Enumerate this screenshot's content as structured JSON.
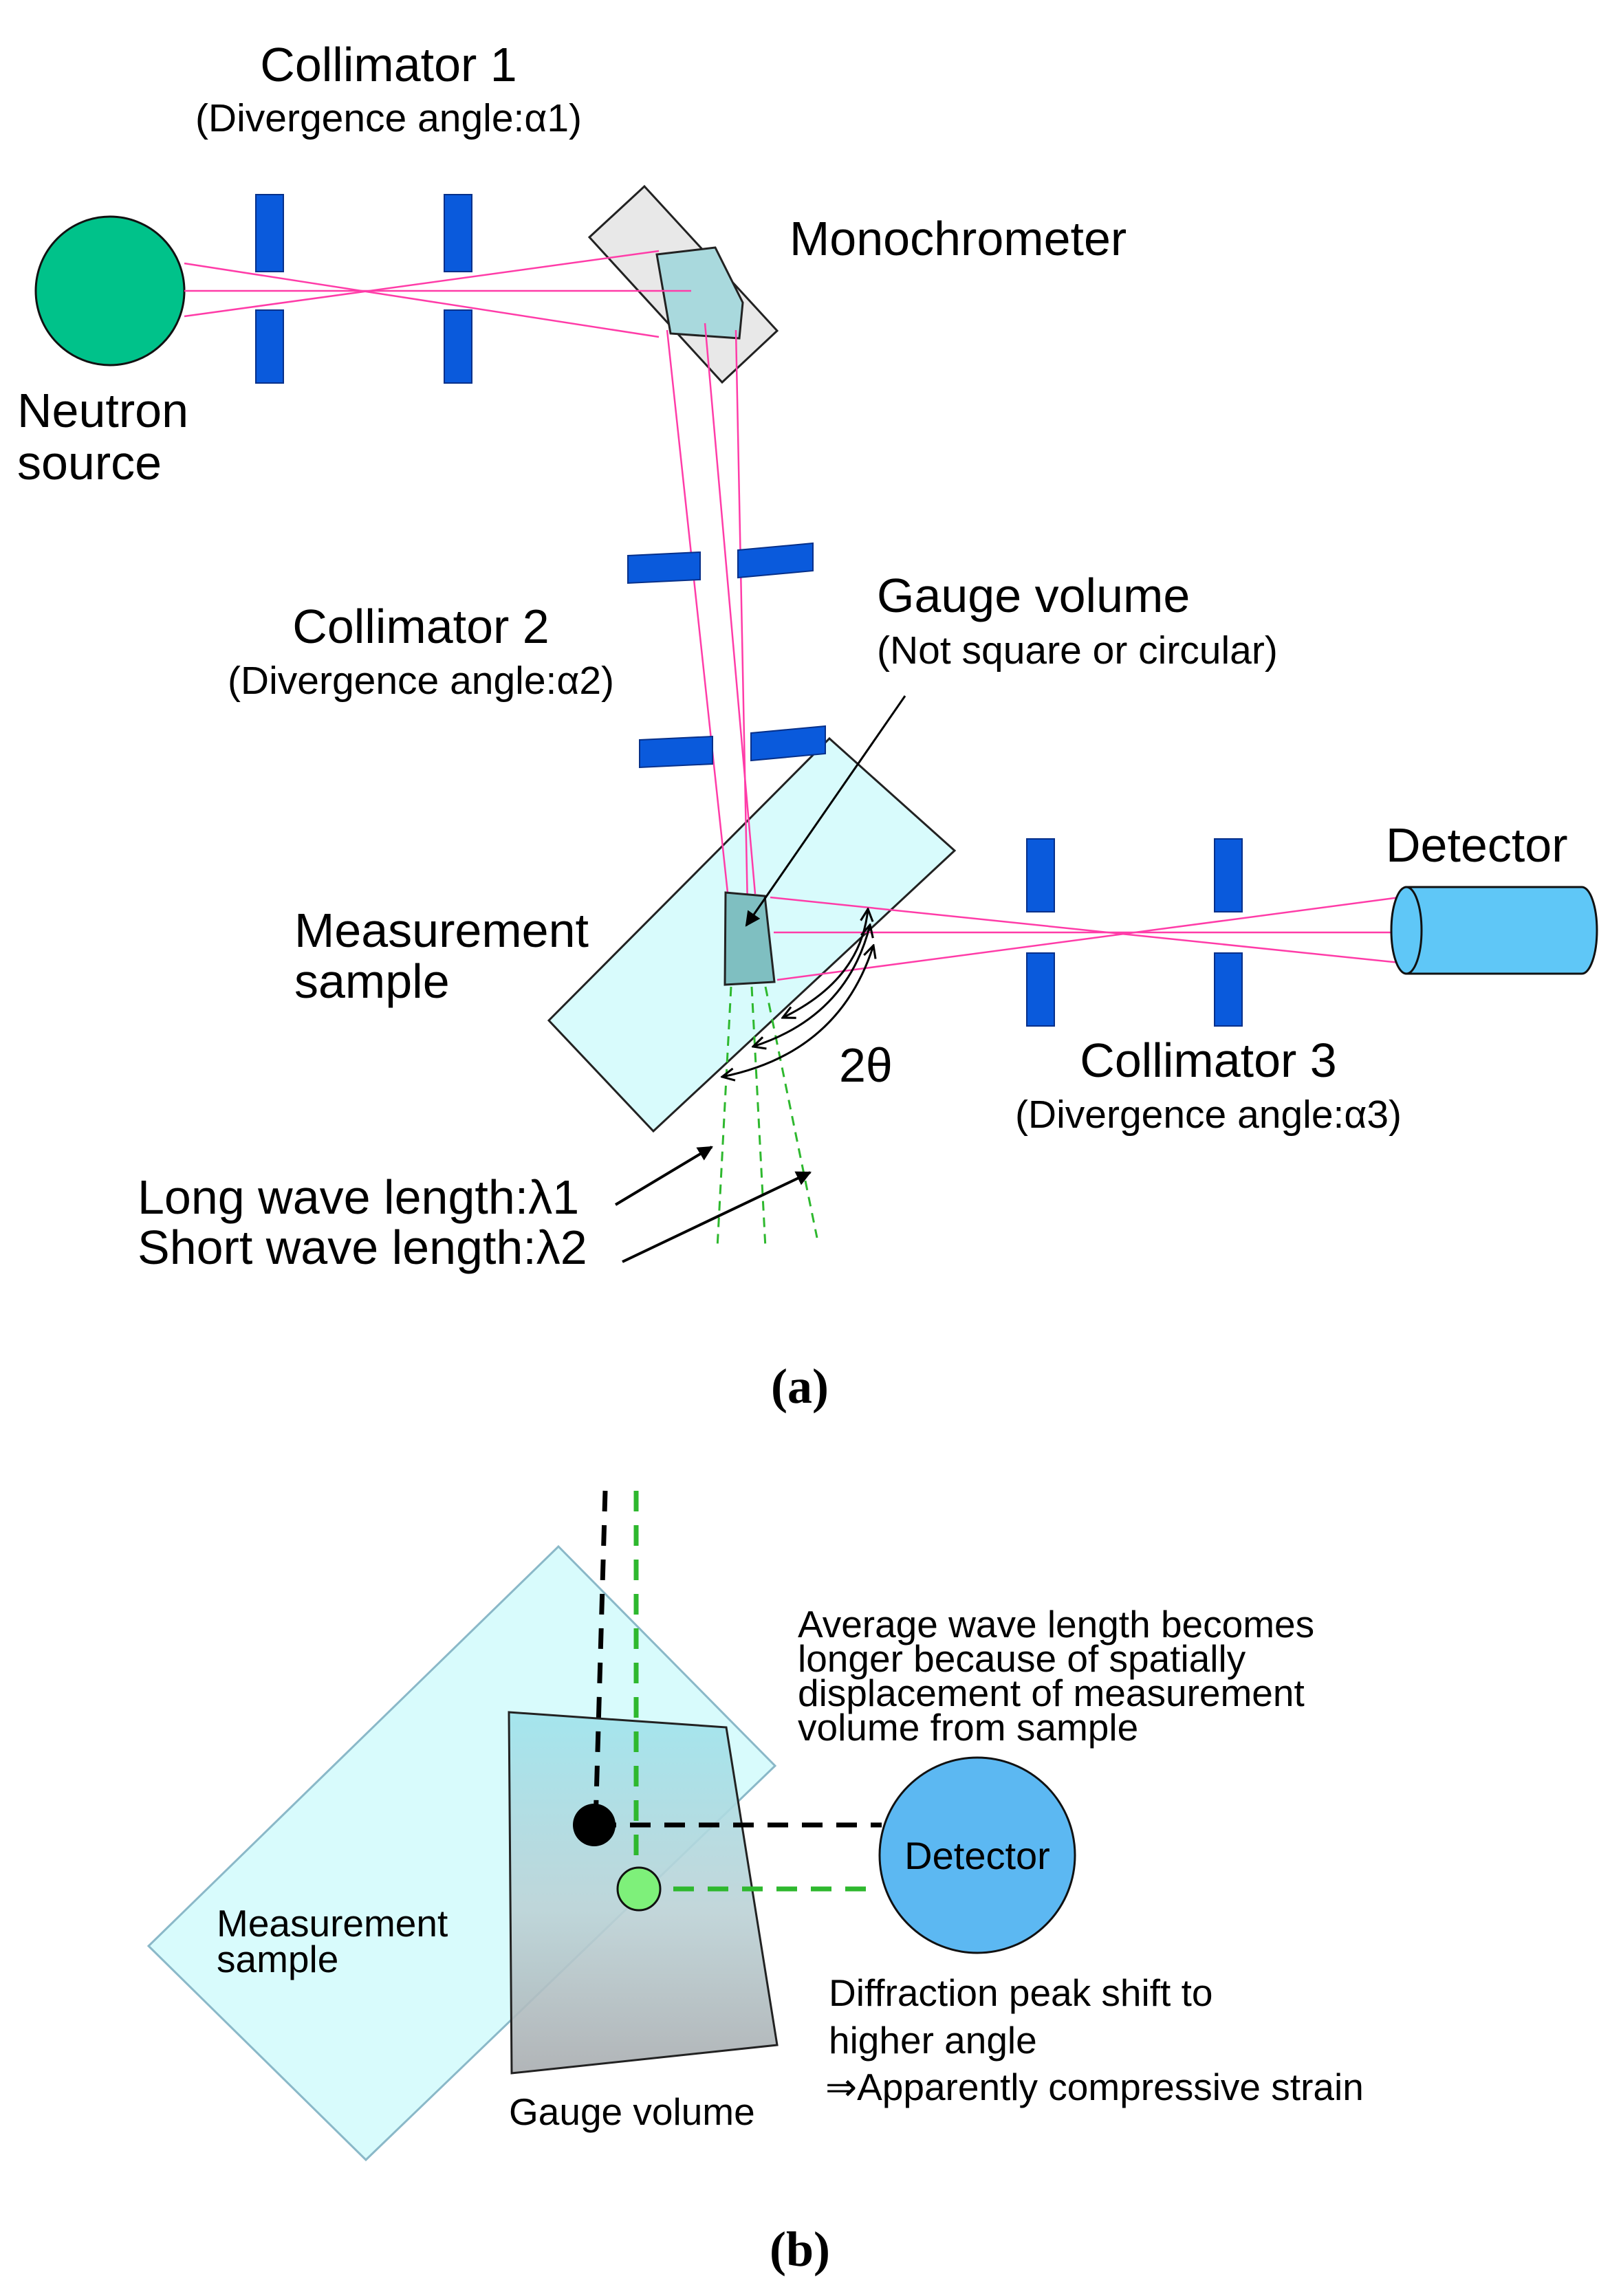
{
  "panel_a": {
    "collimator1": {
      "title": "Collimator 1",
      "subtitle": "(Divergence angle:α1)"
    },
    "monochrometer": "Monochrometer",
    "neutron_source": {
      "line1": "Neutron",
      "line2": "source"
    },
    "collimator2": {
      "title": "Collimator 2",
      "subtitle": "(Divergence angle:α2)"
    },
    "gauge_volume": {
      "title": "Gauge volume",
      "subtitle": "(Not square or circular)"
    },
    "measurement_sample": {
      "line1": "Measurement",
      "line2": "sample"
    },
    "detector": "Detector",
    "two_theta": "2θ",
    "collimator3": {
      "title": "Collimator 3",
      "subtitle": "(Divergence angle:α3)"
    },
    "long_wavelength": "Long wave length:λ1",
    "short_wavelength": "Short wave length:λ2",
    "caption": "(a)"
  },
  "panel_b": {
    "note": {
      "line1": "Average wave length becomes",
      "line2": "longer because of spatially",
      "line3": "displacement of measurement",
      "line4": "volume from sample"
    },
    "detector": "Detector",
    "measurement_sample": {
      "line1": "Measurement",
      "line2": "sample"
    },
    "gauge_volume": "Gauge volume",
    "result": {
      "line1": "Diffraction peak shift to",
      "line2": "higher angle",
      "line3": "⇒Apparently compressive strain"
    },
    "caption": "(b)"
  },
  "colors": {
    "source": "#00c28a",
    "slit": "#0a5adc",
    "beam": "#ff3ca8",
    "sample": "#d8fbfc",
    "detector_a": "#5fc7f7",
    "detector_b": "#5cb8f2",
    "dashed_green": "#2eb82e",
    "green_dot": "#7ef07a"
  }
}
